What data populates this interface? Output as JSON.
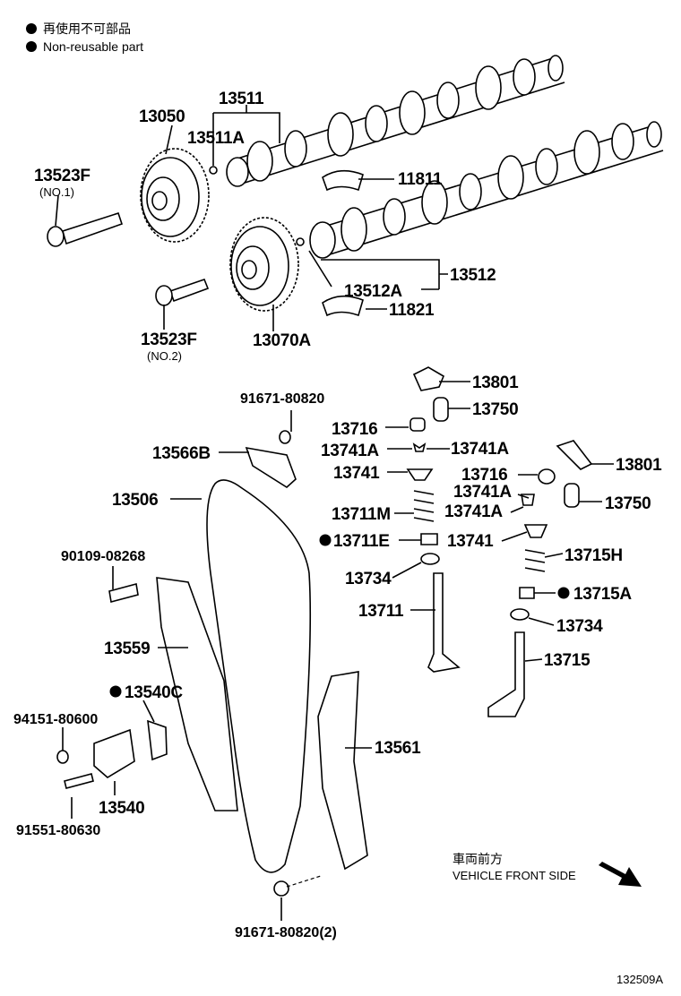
{
  "legend": {
    "jp": "再使用不可部品",
    "en": "Non-reusable part"
  },
  "labels": {
    "p13511": "13511",
    "p13050": "13050",
    "p13511A": "13511A",
    "p13523F_1": "13523F",
    "p13523F_1_sub": "(NO.1)",
    "p11811": "11811",
    "p13512": "13512",
    "p13512A": "13512A",
    "p11821": "11821",
    "p13523F_2": "13523F",
    "p13523F_2_sub": "(NO.2)",
    "p13070A": "13070A",
    "p13801a": "13801",
    "p13750a": "13750",
    "p13716a": "13716",
    "p13741Aa": "13741A",
    "p13741Ab": "13741A",
    "p13741a": "13741",
    "p13711M": "13711M",
    "p13711E": "13711E",
    "p13734a": "13734",
    "p13711": "13711",
    "p13801b": "13801",
    "p13716b": "13716",
    "p13741Ac": "13741A",
    "p13741Ad": "13741A",
    "p13750b": "13750",
    "p13741b": "13741",
    "p13715H": "13715H",
    "p13715A": "13715A",
    "p13734b": "13734",
    "p13715": "13715",
    "p91671a": "91671-80820",
    "p13566B": "13566B",
    "p13506": "13506",
    "p90109": "90109-08268",
    "p13559": "13559",
    "p13540C": "13540C",
    "p94151": "94151-80600",
    "p13540": "13540",
    "p91551": "91551-80630",
    "p13561": "13561",
    "p91671b": "91671-80820(2)"
  },
  "direction": {
    "jp": "車両前方",
    "en": "VEHICLE FRONT SIDE"
  },
  "figure_id": "132509A"
}
